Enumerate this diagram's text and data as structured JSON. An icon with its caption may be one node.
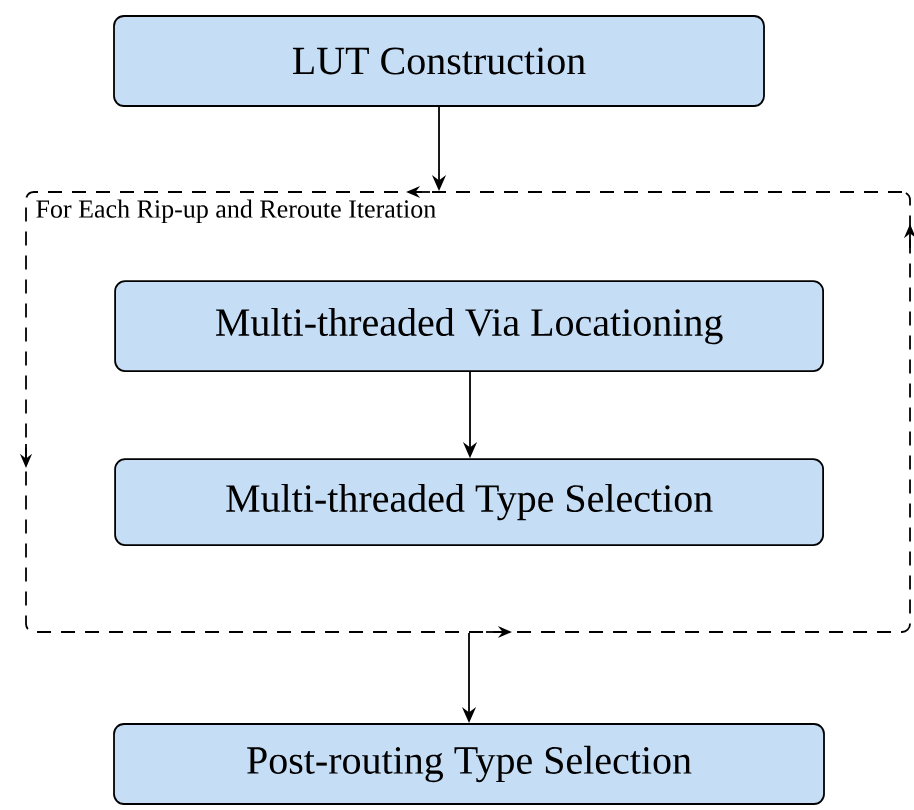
{
  "diagram": {
    "nodes": [
      {
        "text": [
          "LUT Construction"
        ]
      },
      {
        "text": [
          "For Each Rip-up and Reroute Iteration"
        ]
      },
      {
        "text": [
          "Multi-threaded Via Locationing"
        ],
        "in": 1
      },
      {
        "text": [
          "Multi-threaded Type Selection"
        ],
        "in": 1
      },
      {
        "text": [
          "Post-routing Type Selection"
        ]
      }
    ],
    "edges": [
      {
        "from": 0,
        "to": 1,
        "arrow": "to"
      },
      {
        "from": 2,
        "to": 3,
        "arrow": "to"
      },
      {
        "from": 1,
        "to": 4,
        "arrow": "to"
      }
    ]
  }
}
